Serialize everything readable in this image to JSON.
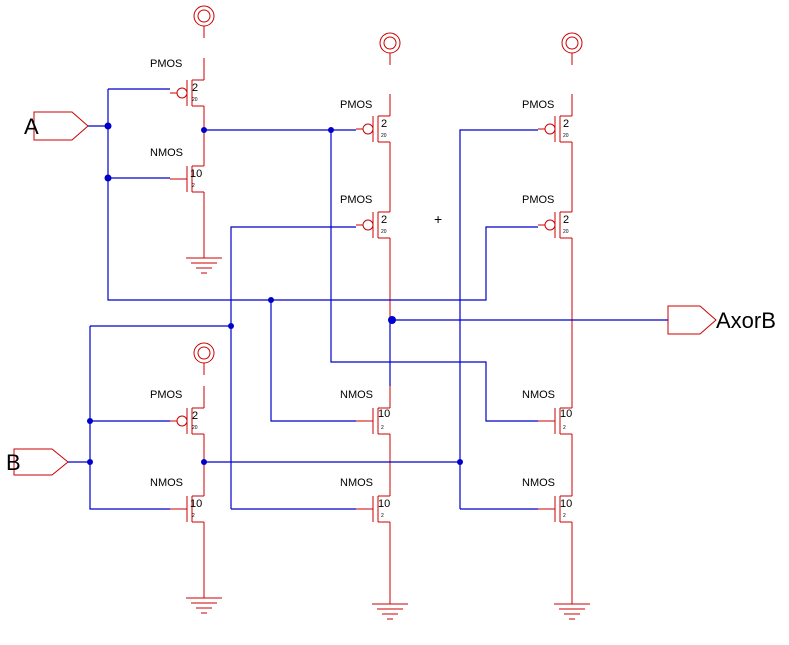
{
  "ports": {
    "input_a": "A",
    "input_b": "B",
    "output": "AxorB"
  },
  "transistors": [
    {
      "id": "m1",
      "type": "PMOS",
      "w": "2",
      "l": "20"
    },
    {
      "id": "m2",
      "type": "NMOS",
      "w": "10",
      "l": "2"
    },
    {
      "id": "m3",
      "type": "PMOS",
      "w": "2",
      "l": "20"
    },
    {
      "id": "m4",
      "type": "PMOS",
      "w": "2",
      "l": "20"
    },
    {
      "id": "m5",
      "type": "PMOS",
      "w": "2",
      "l": "20"
    },
    {
      "id": "m6",
      "type": "PMOS",
      "w": "2",
      "l": "20"
    },
    {
      "id": "m7",
      "type": "PMOS",
      "w": "2",
      "l": "20"
    },
    {
      "id": "m8",
      "type": "NMOS",
      "w": "10",
      "l": "2"
    },
    {
      "id": "m9",
      "type": "NMOS",
      "w": "10",
      "l": "2"
    },
    {
      "id": "m10",
      "type": "NMOS",
      "w": "10",
      "l": "2"
    },
    {
      "id": "m11",
      "type": "NMOS",
      "w": "10",
      "l": "2"
    },
    {
      "id": "m12",
      "type": "NMOS",
      "w": "10",
      "l": "2"
    }
  ],
  "marker": "+",
  "colors": {
    "component": "#cc0000",
    "wire": "#0000cc"
  }
}
